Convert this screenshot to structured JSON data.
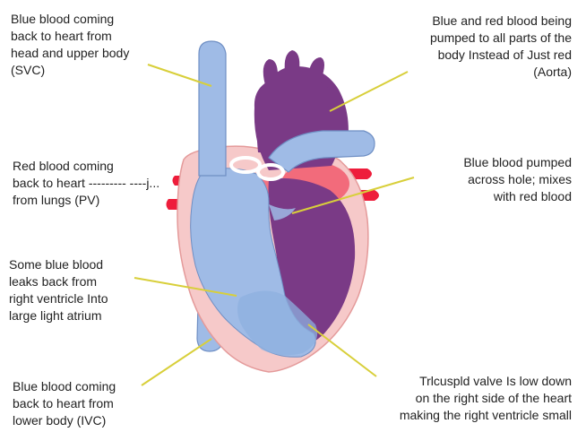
{
  "labels": {
    "svc": "Blue blood coming\nback to heart from\nhead and upper body\n(SVC)",
    "aorta": "Blue and red blood being\npumped to all parts of the\nbody Instead of Just red\n(Aorta)",
    "pv": "Red blood coming\nback to heart --------- ----j...\nfrom lungs (PV)",
    "hole": "Blue blood pumped\nacross hole; mixes\nwith red blood",
    "leak": "Some blue blood\nleaks back from\nright ventricle Into\nlarge light atrium",
    "ivc": "Blue blood coming\nback to heart from\nlower body (IVC)",
    "tricuspid": "Trlcuspld valve Is low down\non the right side of the heart\nmaking the right ventricle small"
  },
  "colors": {
    "blue_vessel": "#9fbbe6",
    "blue_outline": "#6f8fc4",
    "purple": "#7a3a86",
    "purple_dark": "#5e2668",
    "pink": "#f6c9c9",
    "pink_outline": "#e49a9a",
    "red": "#ee1d3b",
    "leader_line": "#d8cf3a"
  }
}
